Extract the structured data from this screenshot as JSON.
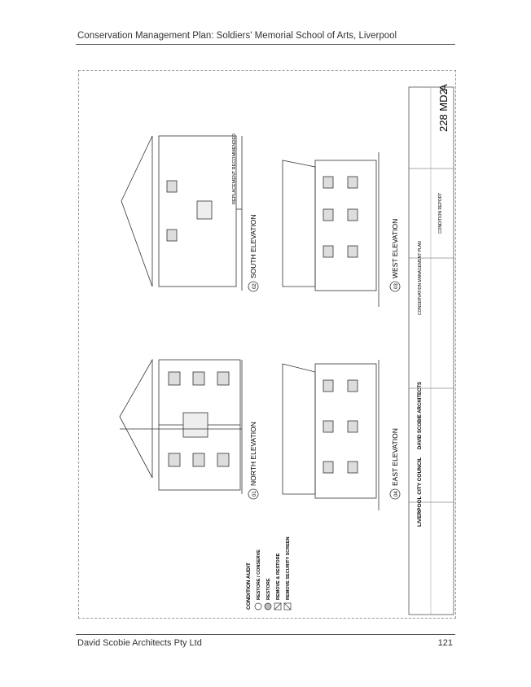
{
  "page": {
    "header": "Conservation Management Plan: Soldiers' Memorial School of Arts, Liverpool",
    "footer_left": "David Scobie Architects Pty Ltd",
    "page_number": "121"
  },
  "drawing": {
    "elevations": [
      {
        "number": "01",
        "label": "NORTH ELEVATION"
      },
      {
        "number": "02",
        "label": "SOUTH ELEVATION"
      },
      {
        "number": "04",
        "label": "EAST ELEVATION"
      },
      {
        "number": "03",
        "label": "WEST ELEVATION"
      }
    ],
    "annotation": "REPLACEMENT RECOMMENDED",
    "legend": {
      "title": "CONDITION AUDIT",
      "items": [
        "RESTORE / CONSERVE",
        "RESTORE",
        "REMOVE & RESTORE",
        "REMOVE SECURITY SCREEN"
      ]
    },
    "title_block": {
      "client": "LIVERPOOL CITY COUNCIL",
      "architect": "DAVID SCOBIE ARCHITECTS",
      "drawing_number": "228 MD2",
      "revision": "A",
      "project": "CONSERVATION MANAGEMENT PLAN",
      "drawing_title": "CONDITION REPORT"
    }
  }
}
